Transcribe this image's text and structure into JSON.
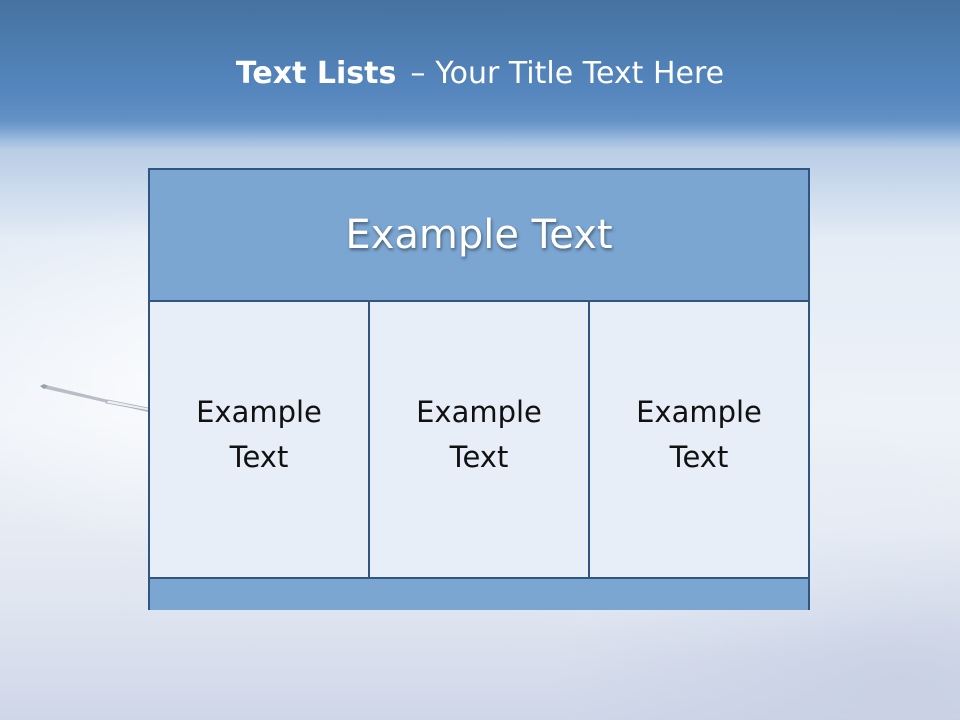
{
  "title": {
    "bold": "Text Lists",
    "separator": "–",
    "rest": "Your Title Text Here"
  },
  "diagram": {
    "top_label": "Example Text",
    "columns": [
      {
        "label": "Example Text"
      },
      {
        "label": "Example Text"
      },
      {
        "label": "Example Text"
      }
    ]
  },
  "colors": {
    "header_blue": "#5283ba",
    "box_fill": "#7ba6d2",
    "box_border": "#2f5580",
    "column_fill": "#e8eef8"
  },
  "icons": {
    "decoration": "pen-icon"
  }
}
